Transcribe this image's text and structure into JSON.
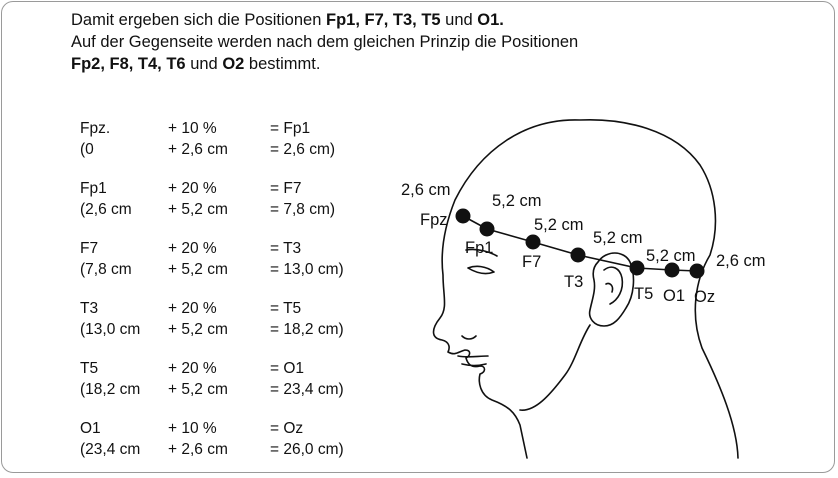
{
  "intro": {
    "line1_plain": "Damit ergeben sich die Positionen ",
    "line1_bold": "Fp1, F7, T3, T5",
    "line1_mid": " und ",
    "line1_bold2": "O1.",
    "line2": "Auf der Gegenseite werden nach dem gleichen Prinzip die Positionen",
    "line3_bold": "Fp2, F8, T4, T6",
    "line3_mid": " und ",
    "line3_bold2": "O2",
    "line3_end": " bestimmt."
  },
  "calc": [
    {
      "a1": "Fpz.",
      "b1": "+ 10 %",
      "c1": "= Fp1",
      "a2": "(0",
      "b2": "+ 2,6 cm",
      "c2": "= 2,6 cm)"
    },
    {
      "a1": "Fp1",
      "b1": "+ 20 %",
      "c1": "= F7",
      "a2": "(2,6 cm",
      "b2": "+ 5,2 cm",
      "c2": "= 7,8 cm)"
    },
    {
      "a1": "F7",
      "b1": "+ 20 %",
      "c1": "= T3",
      "a2": "(7,8 cm",
      "b2": "+ 5,2 cm",
      "c2": "= 13,0 cm)"
    },
    {
      "a1": "T3",
      "b1": "+ 20 %",
      "c1": "= T5",
      "a2": "(13,0 cm",
      "b2": "+ 5,2 cm",
      "c2": "= 18,2 cm)"
    },
    {
      "a1": "T5",
      "b1": "+ 20 %",
      "c1": "= O1",
      "a2": "(18,2 cm",
      "b2": "+ 5,2 cm",
      "c2": "= 23,4 cm)"
    },
    {
      "a1": "O1",
      "b1": "+ 10 %",
      "c1": "= Oz",
      "a2": "(23,4 cm",
      "b2": "+ 2,6 cm",
      "c2": "= 26,0 cm)"
    }
  ],
  "diagram": {
    "electrodes": {
      "fpz": "Fpz",
      "fp1": "Fp1",
      "f7": "F7",
      "t3": "T3",
      "t5": "T5",
      "o1": "O1",
      "oz": "Oz"
    },
    "distances": {
      "d1": "2,6 cm",
      "d2": "5,2 cm",
      "d3": "5,2 cm",
      "d4": "5,2 cm",
      "d5": "5,2 cm",
      "d6": "2,6 cm"
    }
  }
}
